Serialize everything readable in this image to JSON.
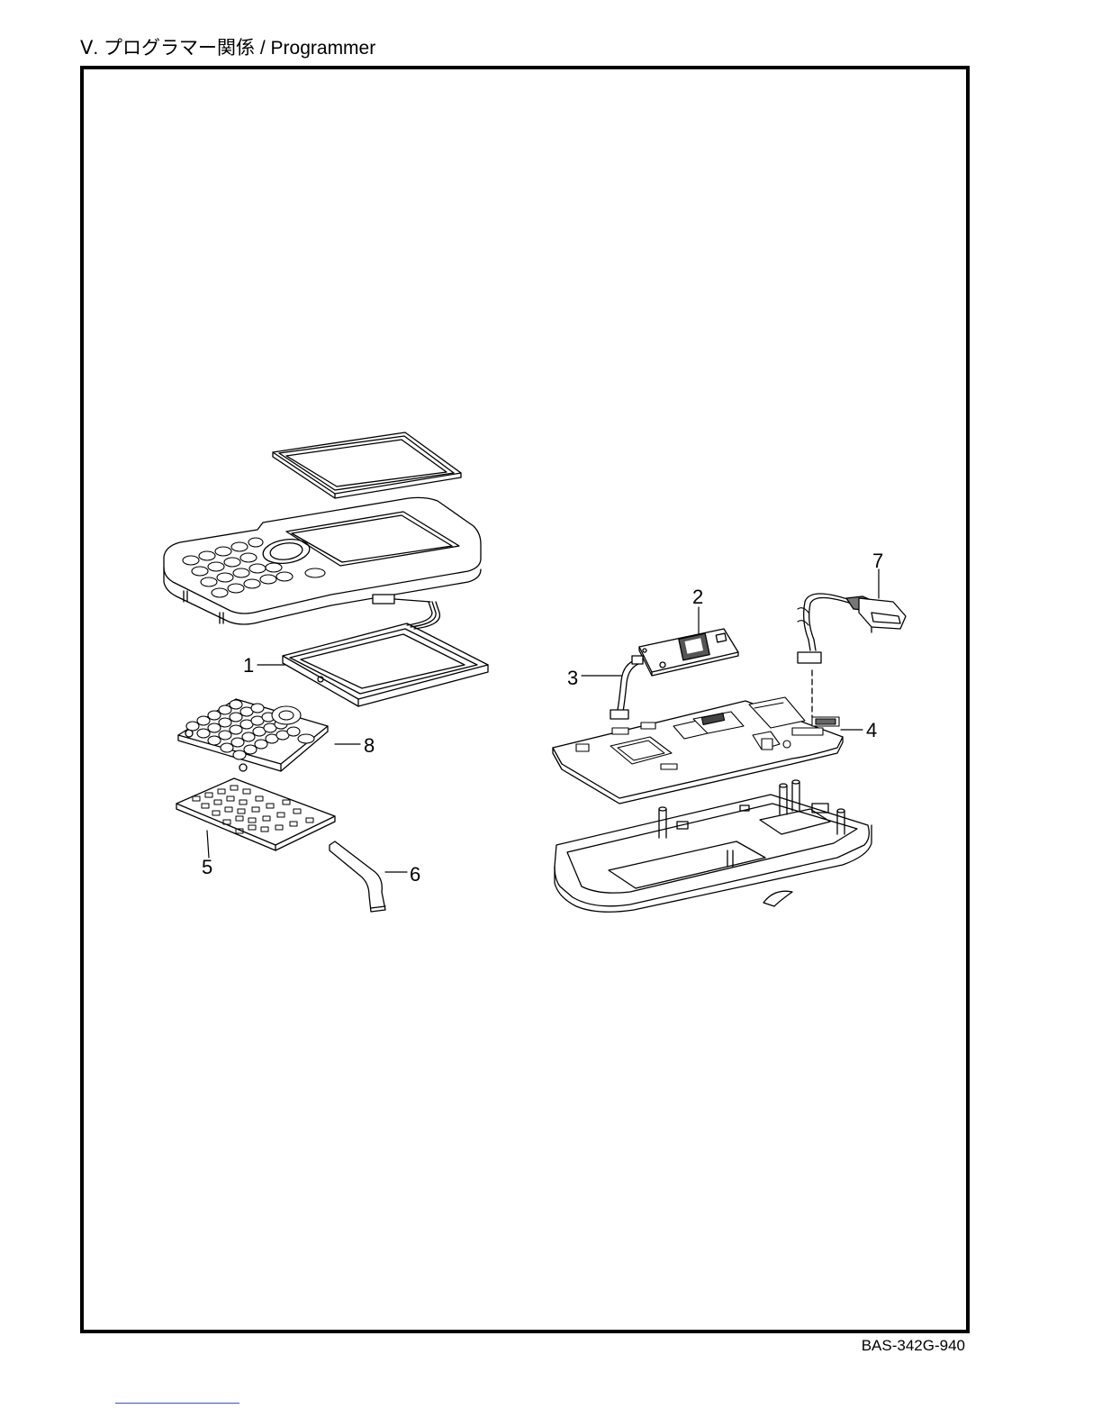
{
  "page": {
    "title": "Ⅴ. プログラマー関係 / Programmer",
    "document_code": "BAS-342G-940"
  },
  "diagram": {
    "callouts": [
      {
        "id": "1",
        "label": "1"
      },
      {
        "id": "2",
        "label": "2"
      },
      {
        "id": "3",
        "label": "3"
      },
      {
        "id": "4",
        "label": "4"
      },
      {
        "id": "5",
        "label": "5"
      },
      {
        "id": "6",
        "label": "6"
      },
      {
        "id": "7",
        "label": "7"
      },
      {
        "id": "8",
        "label": "8"
      }
    ]
  }
}
